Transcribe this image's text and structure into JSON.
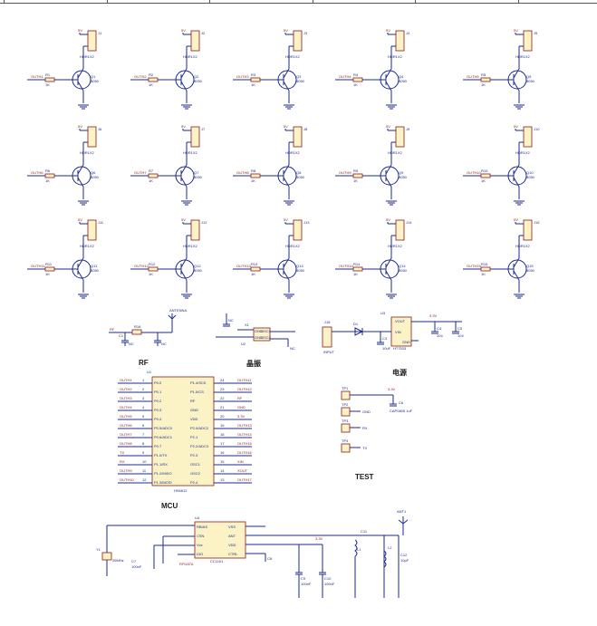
{
  "section_titles": {
    "rf": "RF",
    "crystal": "晶振",
    "power": "电源",
    "test": "TEST",
    "mcu": "MCU"
  },
  "driver_grid": {
    "rows": [
      {
        "net": "OUTH1",
        "q": "Q1",
        "r": "R1",
        "j": "J1"
      },
      {
        "net": "OUTH2",
        "q": "Q2",
        "r": "R2",
        "j": "J2"
      },
      {
        "net": "OUTH3",
        "q": "Q3",
        "r": "R3",
        "j": "J3"
      },
      {
        "net": "OUTH4",
        "q": "Q4",
        "r": "R4",
        "j": "J4"
      },
      {
        "net": "OUTH5",
        "q": "Q5",
        "r": "R5",
        "j": "J5"
      },
      {
        "net": "OUTH6",
        "q": "Q6",
        "r": "R6",
        "j": "J6"
      },
      {
        "net": "OUTH7",
        "q": "Q7",
        "r": "R7",
        "j": "J7"
      },
      {
        "net": "OUTH8",
        "q": "Q8",
        "r": "R8",
        "j": "J8"
      },
      {
        "net": "OUTH9",
        "q": "Q9",
        "r": "R9",
        "j": "J9"
      },
      {
        "net": "OUTH10",
        "q": "Q10",
        "r": "R10",
        "j": "J10"
      },
      {
        "net": "OUTH11",
        "q": "Q11",
        "r": "R11",
        "j": "J11"
      },
      {
        "net": "OUTH12",
        "q": "Q12",
        "r": "R12",
        "j": "J12"
      },
      {
        "net": "OUTH13",
        "q": "Q13",
        "r": "R13",
        "j": "J13"
      },
      {
        "net": "OUTH14",
        "q": "Q14",
        "r": "R14",
        "j": "J14"
      },
      {
        "net": "OUTH15",
        "q": "Q15",
        "r": "R15",
        "j": "J15"
      }
    ],
    "supply": "5V",
    "transistor_part": "8050",
    "resistor_value": "1K",
    "header_part": "HDR1X2"
  },
  "rf_block": {
    "r": "R16",
    "c": "C1",
    "ant": "ANTENNA",
    "net": "RF",
    "values": [
      "NC",
      "NC"
    ]
  },
  "crystal_block": {
    "ref": "U2",
    "part": "X1",
    "pins": [
      "GND",
      "OSC1",
      "GND",
      "OSC2"
    ],
    "values": [
      "NC",
      "NC"
    ]
  },
  "power_block": {
    "ic": "U3",
    "part": "HT7533",
    "pins": [
      "VOUT",
      "VIN",
      "GND"
    ],
    "rail": "3.3V",
    "input": "VIN",
    "diode": "D1",
    "connector": "J16",
    "connector_part": "INPUT",
    "caps": [
      "C3",
      "C4",
      "C5"
    ],
    "cap_values": [
      "10uF",
      "104",
      "104"
    ]
  },
  "test_block": {
    "points": [
      "TP1",
      "TP2",
      "TP3",
      "TP4"
    ],
    "nets": [
      "3.3V",
      "GND",
      "RX",
      "TX"
    ],
    "cap": "C6",
    "cap_part": "CAP0805 1uF"
  },
  "mcu_block": {
    "ref": "U1",
    "part": "HS6612",
    "left_pins": [
      "P0.0",
      "P0.1",
      "P0.2",
      "P0.3",
      "P0.4",
      "P0.5/ADC0",
      "P0.6/ADC1",
      "P0.7",
      "P1.0/TX",
      "P1.1/RX",
      "P1.2/MISO",
      "P1.3/MOSI"
    ],
    "right_pins": [
      "P1.4/SCK",
      "P1.5/CS",
      "RF",
      "GND",
      "VDD",
      "P2.0/ADC2",
      "P2.1",
      "P2.2/ADC3",
      "P2.3",
      "OSC1",
      "OSC2",
      "P2.4"
    ],
    "left_nets": [
      "OUTH1",
      "OUTH2",
      "OUTH3",
      "OUTH4",
      "OUTH5",
      "OUTH6",
      "OUTH7",
      "OUTH8",
      "TX",
      "RX",
      "OUTH9",
      "OUTH10"
    ],
    "right_nets": [
      "OUTH11",
      "OUTH12",
      "RF",
      "GND",
      "3.3V",
      "OUTH13",
      "OUTH14",
      "OUTH15",
      "OUTH16",
      "XIN",
      "XOUT",
      "OUTH17"
    ]
  },
  "rf_chip_block": {
    "ref": "U4",
    "part": "CC1101",
    "left_pins": [
      "RBIAS",
      "CSN",
      "Vcc",
      "DIO"
    ],
    "right_pins": [
      "VSS",
      "ANT",
      "VDD",
      "CTRL"
    ],
    "net_label": "RFDATA",
    "xtal": "Y1",
    "xtal_value": "26MHz",
    "antenna": "ANT1",
    "caps": [
      "C7",
      "C8",
      "C9",
      "C10",
      "C11",
      "C12"
    ],
    "inductors": [
      "L1",
      "L2"
    ],
    "cap_values": [
      "100nF",
      "100nF",
      "100nF",
      "10pF"
    ],
    "rail": "3.3V"
  }
}
